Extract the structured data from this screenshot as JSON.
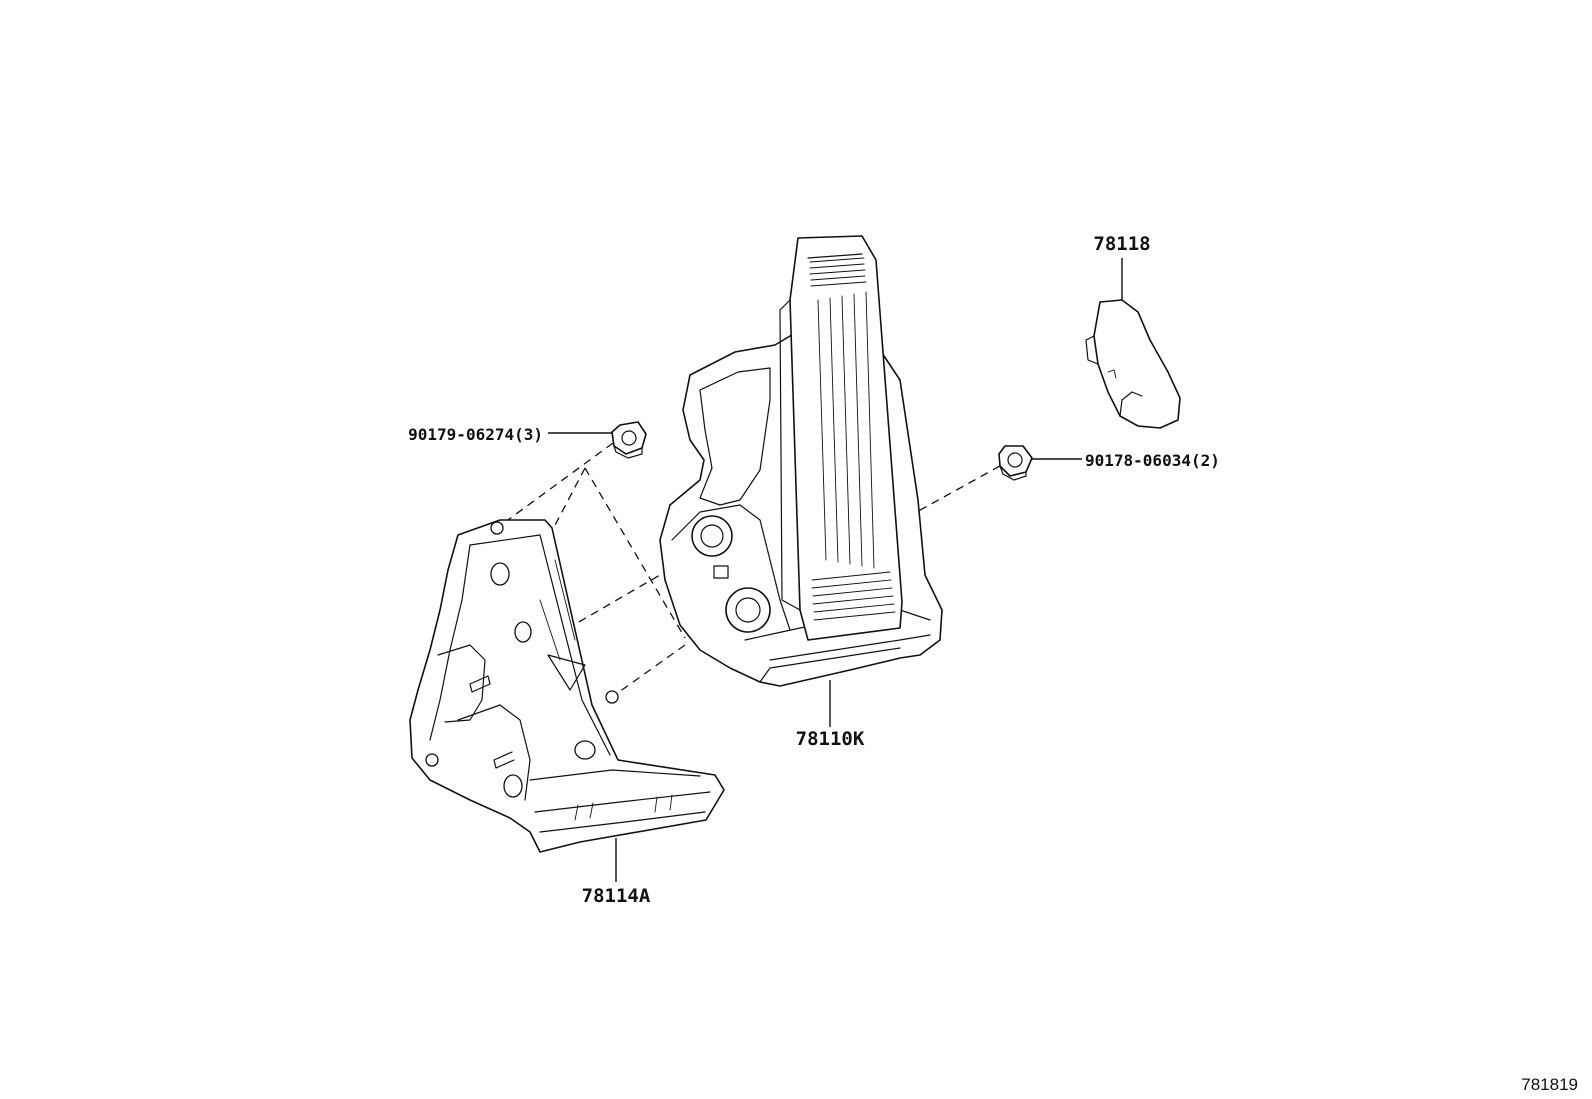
{
  "callouts": {
    "pad_cover": "78118",
    "nut_left": "90179-06274(3)",
    "nut_right": "90178-06034(2)",
    "pedal_assy": "78110K",
    "bracket": "78114A"
  },
  "figure_number": "781819"
}
